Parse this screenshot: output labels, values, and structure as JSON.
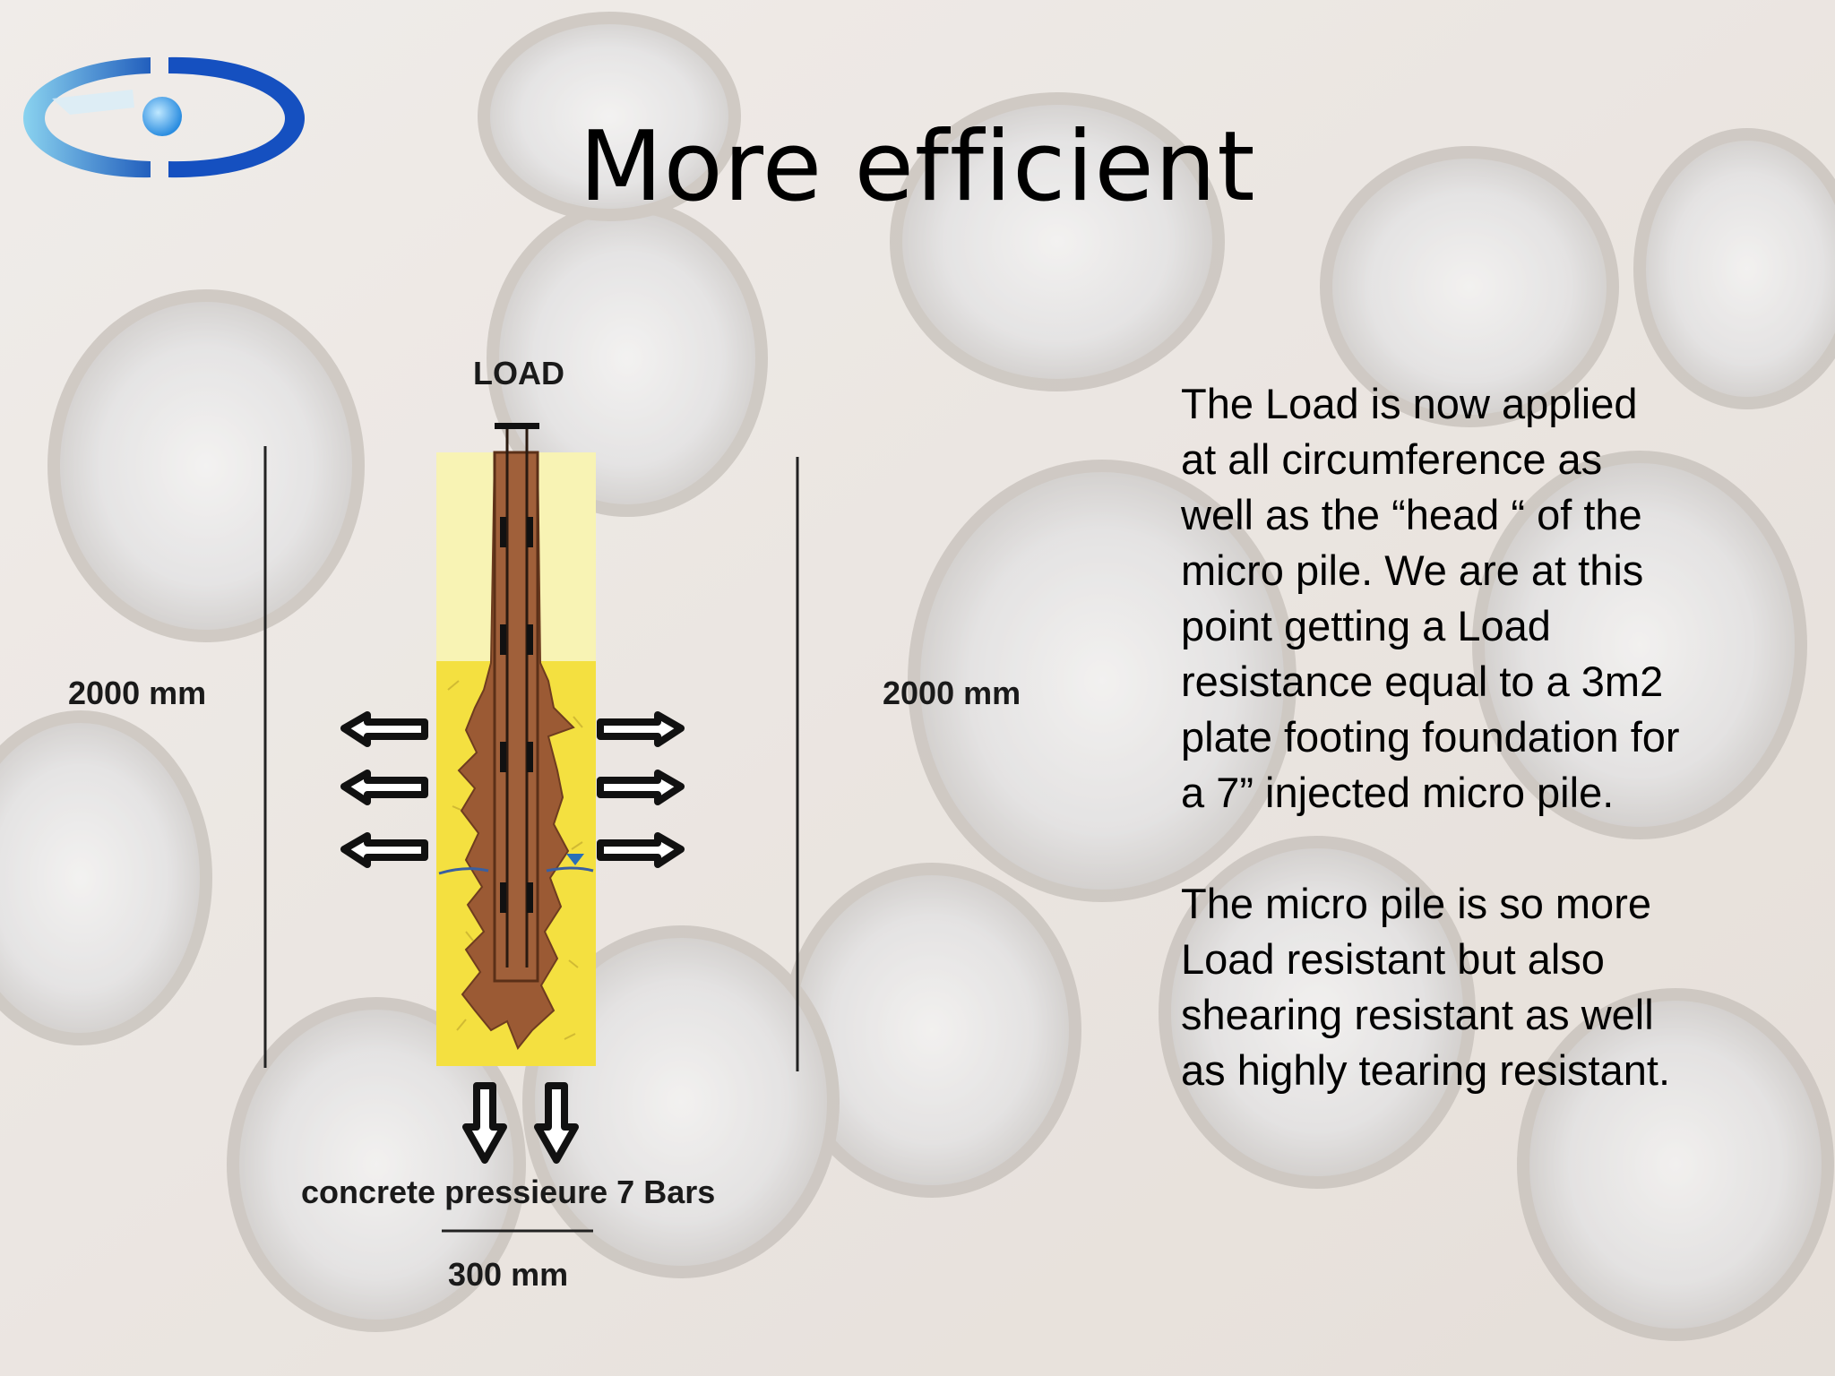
{
  "slide": {
    "title": "More efficient"
  },
  "diagram": {
    "load_label": "LOAD",
    "height_left": "2000 mm",
    "height_right": "2000 mm",
    "pressure_label": "concrete pressieure 7 Bars",
    "width_label": "300 mm"
  },
  "text": {
    "paragraph_1": "The Load is now applied\nat all circumference as\nwell as the “head “ of the\nmicro pile. We are at this\npoint getting a Load\nresistance equal to a 3m2\nplate footing foundation for\na 7” injected micro pile.",
    "paragraph_2": "The micro pile is so more\nLoad resistant but also\nshearing resistant as well\nas highly tearing resistant."
  },
  "colors": {
    "soil_light": "#f8f3b4",
    "soil_yellow": "#f4e040",
    "pile_brown": "#9b5a34",
    "logo_blue": "#1a6fd0"
  }
}
